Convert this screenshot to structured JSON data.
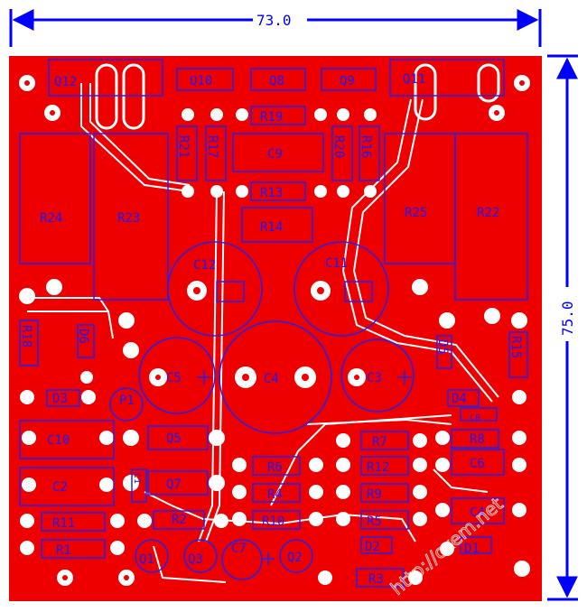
{
  "dimensions": {
    "width_label": "73.0",
    "height_label": "75.0"
  },
  "components": {
    "q12": "Q12",
    "q10": "Q10",
    "q8": "Q8",
    "q9": "Q9",
    "q11": "Q11",
    "r19": "R19",
    "r21": "R21",
    "r17": "R17",
    "c9": "C9",
    "r20": "R20",
    "r16": "R16",
    "r13": "R13",
    "r14": "R14",
    "r24": "R24",
    "r23": "R23",
    "r25": "R25",
    "r22": "R22",
    "c12": "C12",
    "c11": "C11",
    "r18": "R18",
    "d6": "D6",
    "c5": "C5",
    "c4": "C4",
    "c3": "C3",
    "d5": "D5",
    "r15": "R15",
    "d3": "D3",
    "p1": "P1",
    "d4": "D4",
    "c10": "C10",
    "q5": "Q5",
    "r7": "R7",
    "r8": "R8",
    "c8": "C8",
    "r6": "R6",
    "r12": "R12",
    "c6": "C6",
    "c2": "C2",
    "q7": "Q7",
    "r4": "R4",
    "r9": "R9",
    "c1": "C1",
    "c4b": "C4",
    "r11": "R11",
    "r2": "R2",
    "r10": "R10",
    "r5": "R5",
    "r1": "R1",
    "d2": "D2",
    "d1": "D1",
    "q1": "Q1",
    "q3": "Q3",
    "c7": "C7",
    "q2": "Q2",
    "r3": "R3"
  },
  "watermark": "http://cxem.net"
}
